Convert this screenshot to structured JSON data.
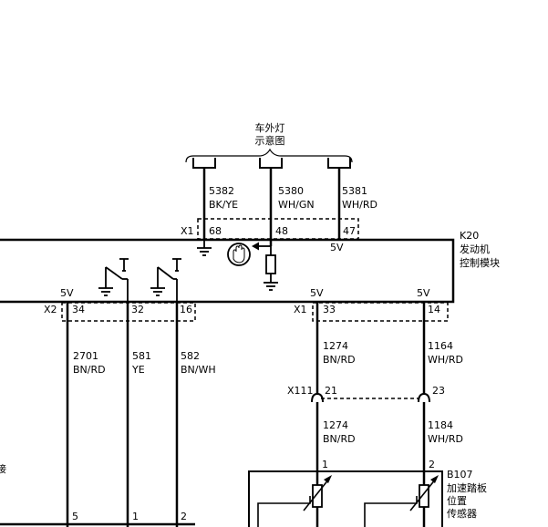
{
  "connectors": {
    "x1_top": "X1",
    "x2": "X2",
    "x1_bottom": "X1",
    "x111": "X111"
  },
  "pins": {
    "p68": "68",
    "p48": "48",
    "p47": "47",
    "p34": "34",
    "p32": "32",
    "p16": "16",
    "p33": "33",
    "p14": "14",
    "p21": "21",
    "p23": "23",
    "b107_1": "1",
    "b107_2": "2",
    "bottom_5": "5",
    "bottom_1": "1",
    "bottom_2": "2"
  },
  "voltages": {
    "k20_top": "5V",
    "x2_left": "5V",
    "x1_left": "5V",
    "x1_right": "5V"
  },
  "wires": {
    "w5382": {
      "code": "5382",
      "color": "BK/YE"
    },
    "w5380": {
      "code": "5380",
      "color": "WH/GN"
    },
    "w5381": {
      "code": "5381",
      "color": "WH/RD"
    },
    "w2701": {
      "code": "2701",
      "color": "BN/RD"
    },
    "w581": {
      "code": "581",
      "color": "YE"
    },
    "w582": {
      "code": "582",
      "color": "BN/WH"
    },
    "w1274a": {
      "code": "1274",
      "color": "BN/RD"
    },
    "w1164": {
      "code": "1164",
      "color": "WH/RD"
    },
    "w1274b": {
      "code": "1274",
      "color": "BN/RD"
    },
    "w1184": {
      "code": "1184",
      "color": "WH/RD"
    }
  },
  "modules": {
    "k20": {
      "id": "K20",
      "line1": "发动机",
      "line2": "控制模块"
    },
    "b107": {
      "id": "B107",
      "line1": "加速踏板",
      "line2": "位置",
      "line3": "传感器"
    }
  },
  "exterior_light": {
    "line1": "车外灯",
    "line2": "示意图"
  },
  "cut_text": "接",
  "icons": [
    "hand-stop-icon",
    "ground-icon",
    "resistor-icon",
    "switch-icon",
    "potentiometer-icon"
  ],
  "colors": {
    "line": "#000000",
    "background": "#ffffff"
  }
}
